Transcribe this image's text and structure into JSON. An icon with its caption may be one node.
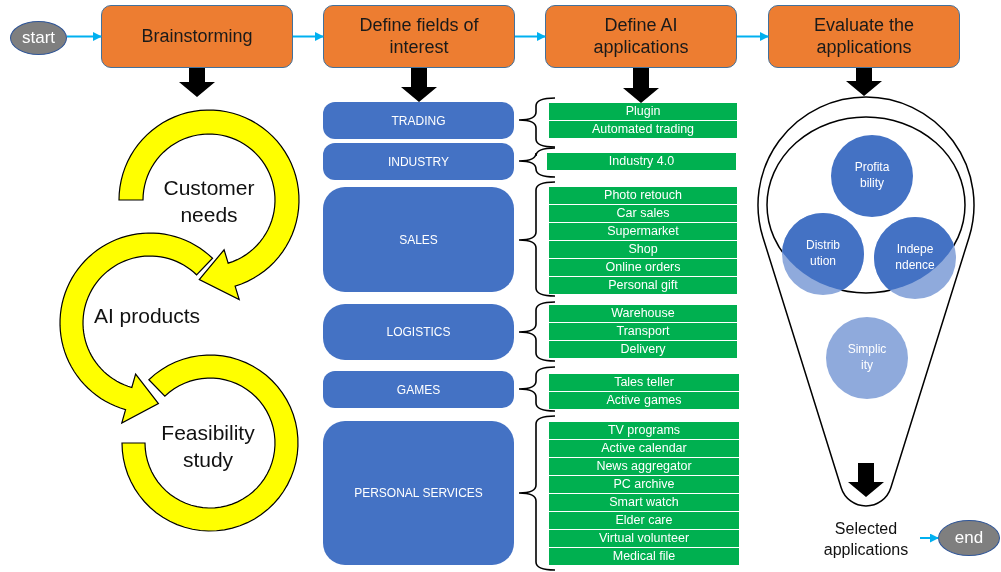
{
  "diagram": {
    "nodes": [
      {
        "text": [
          "start"
        ]
      },
      {
        "text": [
          "Brainstorming"
        ]
      },
      {
        "text": [
          "Define fields of interest"
        ]
      },
      {
        "text": [
          "Define AI applications"
        ]
      },
      {
        "text": [
          "Evaluate the applications"
        ]
      },
      {
        "text": [
          "Customer needs"
        ]
      },
      {
        "text": [
          "AI products"
        ]
      },
      {
        "text": [
          "Feasibility study"
        ]
      },
      {
        "text": [
          "TRADING"
        ]
      },
      {
        "text": [
          "Plugin"
        ]
      },
      {
        "text": [
          "Automated trading"
        ]
      },
      {
        "text": [
          "INDUSTRY"
        ]
      },
      {
        "text": [
          "Industry 4.0"
        ]
      },
      {
        "text": [
          "SALES"
        ]
      },
      {
        "text": [
          "Photo retouch"
        ]
      },
      {
        "text": [
          "Car sales"
        ]
      },
      {
        "text": [
          "Supermarket"
        ]
      },
      {
        "text": [
          "Shop"
        ]
      },
      {
        "text": [
          "Online orders"
        ]
      },
      {
        "text": [
          "Personal gift"
        ]
      },
      {
        "text": [
          "LOGISTICS"
        ]
      },
      {
        "text": [
          "Warehouse"
        ]
      },
      {
        "text": [
          "Transport"
        ]
      },
      {
        "text": [
          "Delivery"
        ]
      },
      {
        "text": [
          "GAMES"
        ]
      },
      {
        "text": [
          "Tales teller"
        ]
      },
      {
        "text": [
          "Active games"
        ]
      },
      {
        "text": [
          "PERSONAL SERVICES"
        ]
      },
      {
        "text": [
          "TV programs"
        ]
      },
      {
        "text": [
          "Active calendar"
        ]
      },
      {
        "text": [
          "News aggregator"
        ]
      },
      {
        "text": [
          "PC archive"
        ]
      },
      {
        "text": [
          "Smart watch"
        ]
      },
      {
        "text": [
          "Elder care"
        ]
      },
      {
        "text": [
          "Virtual volunteer"
        ]
      },
      {
        "text": [
          "Medical file"
        ]
      },
      {
        "text": [],
        "shape": "funnel"
      },
      {
        "text": [],
        "shape": "ellipse",
        "in": 36
      },
      {
        "text": [
          "Profitability"
        ],
        "in": 37
      },
      {
        "text": [
          "Distribution"
        ],
        "in": 37
      },
      {
        "text": [
          "Independence"
        ],
        "in": 37
      },
      {
        "text": [
          "Simplicity"
        ],
        "in": 36
      },
      {
        "text": [
          "Selected applications"
        ]
      },
      {
        "text": [
          "end"
        ]
      }
    ],
    "edges": [
      {
        "from": 0,
        "to": 1,
        "arrow": "to"
      },
      {
        "from": 1,
        "to": 2,
        "arrow": "to"
      },
      {
        "from": 2,
        "to": 3,
        "arrow": "to"
      },
      {
        "from": 3,
        "to": 4,
        "arrow": "to"
      },
      {
        "from": 1,
        "to": null,
        "arrow": "to",
        "style": "thick",
        "color": "#000000"
      },
      {
        "from": 5,
        "to": 6,
        "arrow": "to",
        "style": "thick",
        "color": "#ffff00"
      },
      {
        "from": 6,
        "to": 7,
        "arrow": "to",
        "style": "thick",
        "color": "#ffff00"
      },
      {
        "from": 2,
        "to": 8,
        "arrow": "to",
        "style": "thick",
        "color": "#000000"
      },
      {
        "from": 3,
        "to": 9,
        "arrow": "to",
        "style": "thick",
        "color": "#000000"
      },
      {
        "from": 4,
        "to": 36,
        "arrow": "to",
        "style": "thick",
        "color": "#000000"
      },
      {
        "from": null,
        "to": 42,
        "arrow": "to",
        "style": "thick",
        "color": "#000000"
      },
      {
        "from": 42,
        "to": 43,
        "arrow": "to"
      }
    ]
  }
}
